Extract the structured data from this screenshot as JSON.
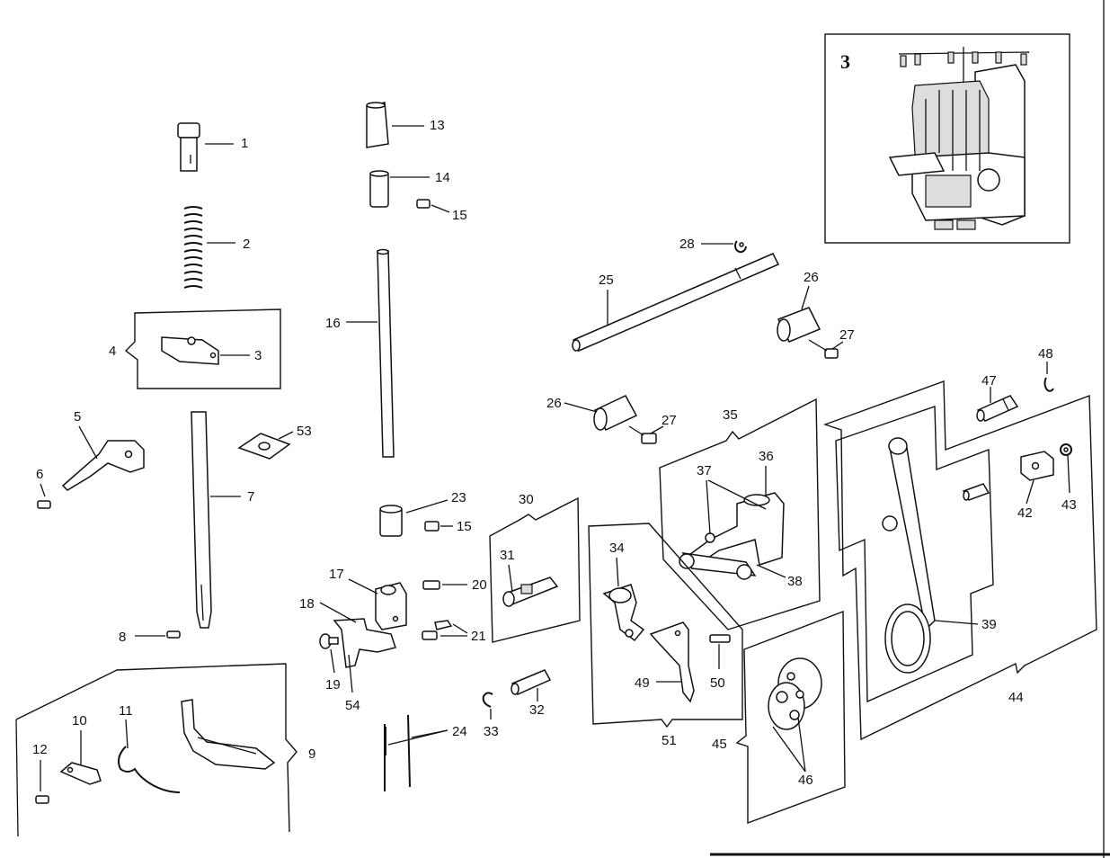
{
  "inset_label": "3",
  "labels": {
    "p1": "1",
    "p2": "2",
    "p3": "3",
    "p4": "4",
    "p5": "5",
    "p6": "6",
    "p7": "7",
    "p8": "8",
    "p9": "9",
    "p10": "10",
    "p11": "11",
    "p12": "12",
    "p13": "13",
    "p14": "14",
    "p15a": "15",
    "p15b": "15",
    "p16": "16",
    "p17": "17",
    "p18": "18",
    "p19": "19",
    "p20": "20",
    "p21": "21",
    "p23": "23",
    "p24": "24",
    "p25": "25",
    "p26a": "26",
    "p26b": "26",
    "p27a": "27",
    "p27b": "27",
    "p28": "28",
    "p30": "30",
    "p31": "31",
    "p32": "32",
    "p33": "33",
    "p34": "34",
    "p35": "35",
    "p36": "36",
    "p37": "37",
    "p38": "38",
    "p39": "39",
    "p42": "42",
    "p43": "43",
    "p44": "44",
    "p45": "45",
    "p46": "46",
    "p47": "47",
    "p48": "48",
    "p49": "49",
    "p50": "50",
    "p51": "51",
    "p53": "53",
    "p54": "54"
  }
}
